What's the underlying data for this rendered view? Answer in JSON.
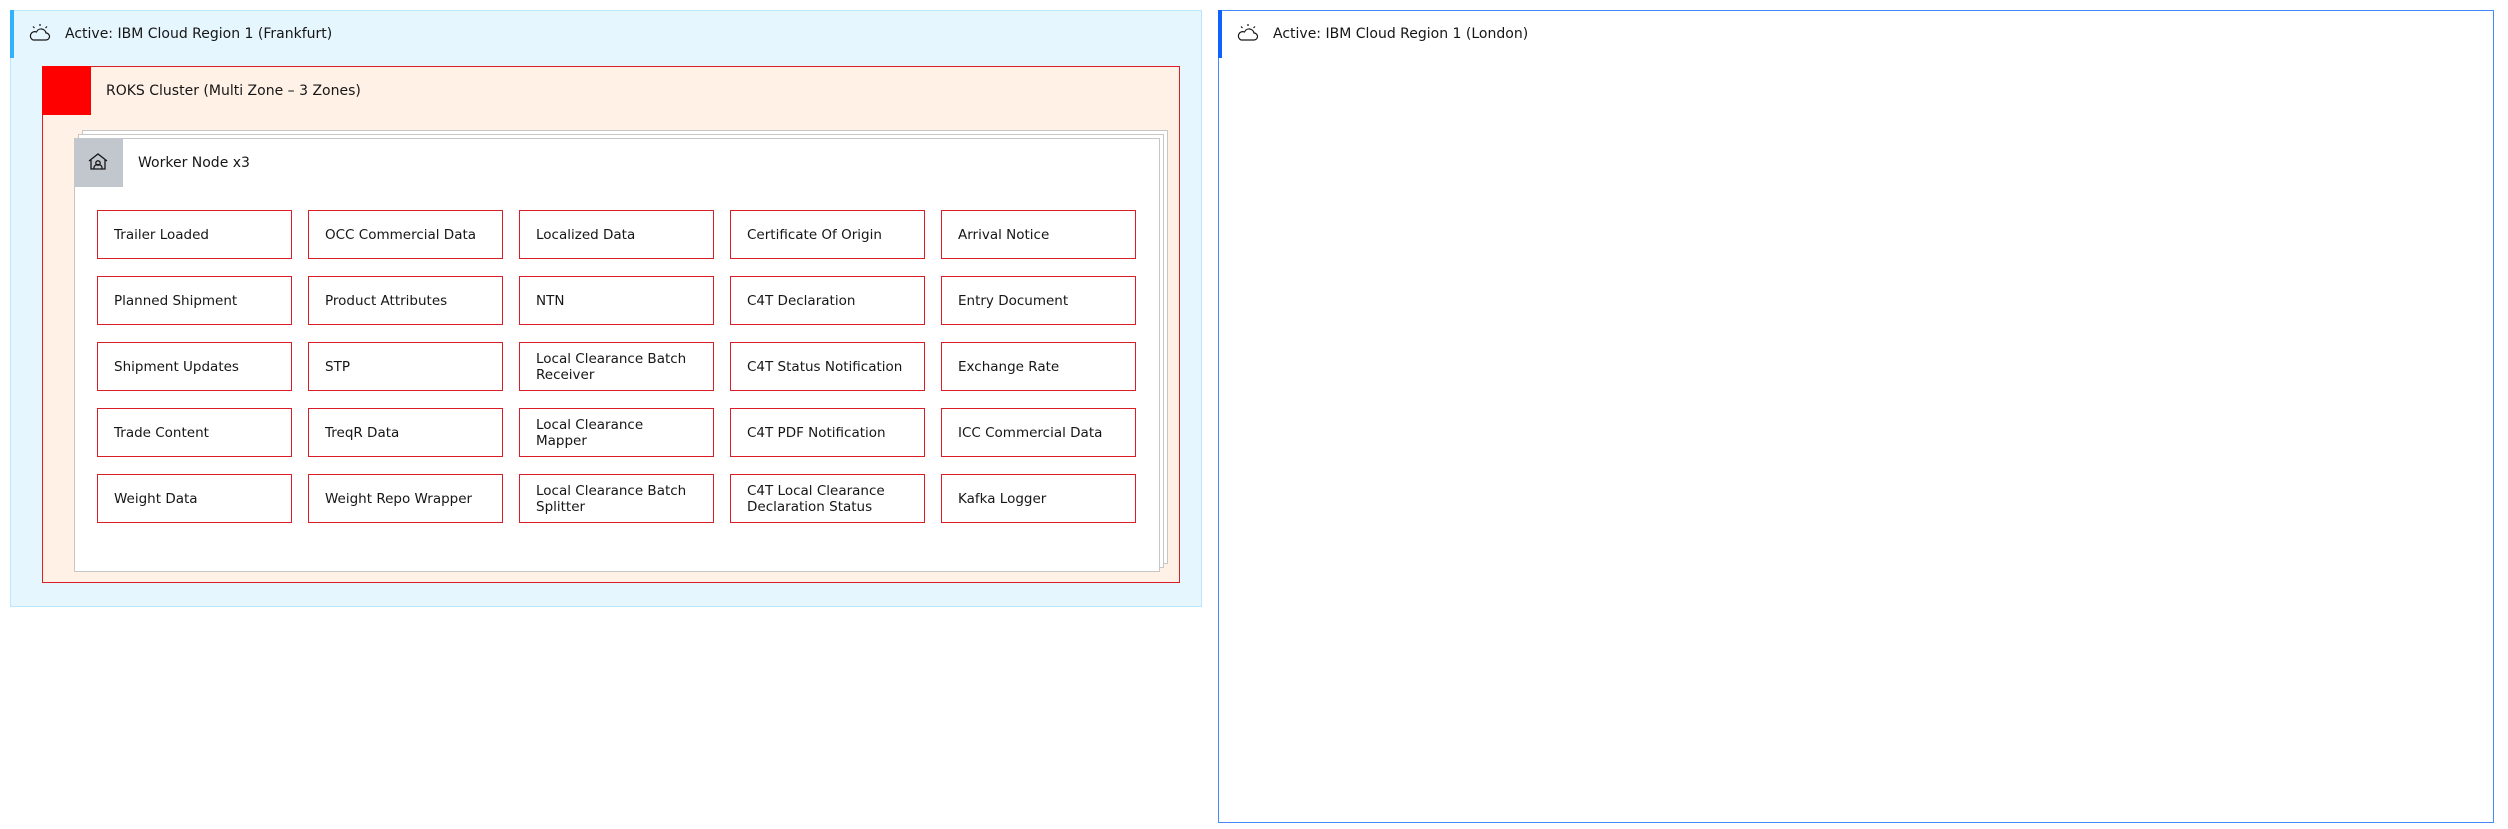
{
  "regions": {
    "frankfurt": {
      "title": "Active: IBM Cloud Region 1 (Frankfurt)",
      "icon": "cloud-region-icon",
      "accent": "#33b1ff",
      "fill": "#e5f6ff"
    },
    "london": {
      "title": "Active: IBM Cloud Region 1 (London)",
      "icon": "cloud-region-icon",
      "accent": "#0f62fe",
      "fill": "#ffffff"
    }
  },
  "cluster": {
    "title": "ROKS Cluster (Multi Zone – 3 Zones)",
    "icon_color": "#ff0000",
    "border": "#da1e28",
    "fill": "#fff1e6"
  },
  "worker_node": {
    "title": "Worker Node x3",
    "icon": "worker-node-icon",
    "icon_bg": "#c1c7cd"
  },
  "services": [
    [
      "Trailer Loaded",
      "OCC Commercial Data",
      "Localized Data",
      "Certificate Of Origin",
      "Arrival Notice"
    ],
    [
      "Planned Shipment",
      "Product Attributes",
      "NTN",
      "C4T Declaration",
      "Entry Document"
    ],
    [
      "Shipment Updates",
      "STP",
      "Local Clearance Batch Receiver",
      "C4T Status Notification",
      "Exchange Rate"
    ],
    [
      "Trade Content",
      "TreqR Data",
      "Local Clearance Mapper",
      "C4T PDF Notification",
      "ICC Commercial Data"
    ],
    [
      "Weight Data",
      "Weight Repo Wrapper",
      "Local Clearance Batch Splitter",
      "C4T Local Clearance Declaration Status",
      "Kafka Logger"
    ]
  ]
}
